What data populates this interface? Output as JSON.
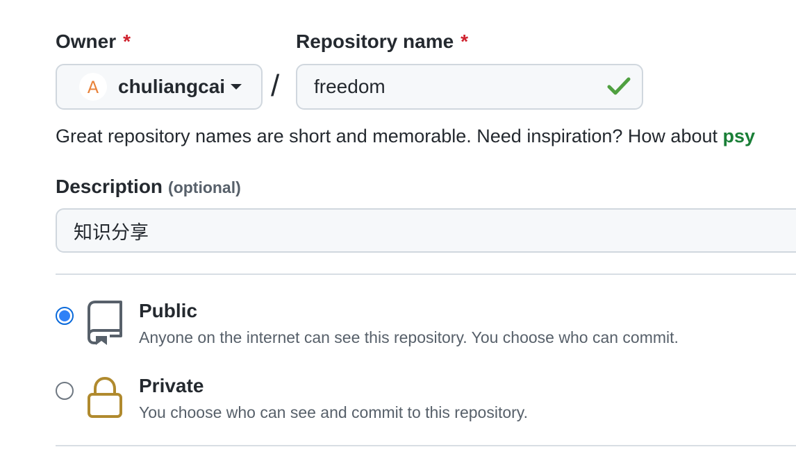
{
  "owner": {
    "label": "Owner",
    "required_mark": "*",
    "avatar_letter": "A",
    "name": "chuliangcai"
  },
  "separator": "/",
  "repository": {
    "label": "Repository name",
    "required_mark": "*",
    "value": "freedom"
  },
  "hint": {
    "text": "Great repository names are short and memorable. Need inspiration? How about ",
    "suggestion": "psy"
  },
  "description": {
    "label": "Description",
    "optional": "(optional)",
    "value": "知识分享"
  },
  "visibility": {
    "selected": "public",
    "options": [
      {
        "id": "public",
        "title": "Public",
        "description": "Anyone on the internet can see this repository. You choose who can commit.",
        "icon": "repo-icon"
      },
      {
        "id": "private",
        "title": "Private",
        "description": "You choose who can see and commit to this repository.",
        "icon": "lock-icon"
      }
    ]
  },
  "colors": {
    "required": "#cf222e",
    "valid_check": "#4fa040",
    "radio_selected": "#2f81f7",
    "suggestion": "#1a7f37",
    "lock": "#b08a2e",
    "avatar_letter": "#e8823a"
  }
}
